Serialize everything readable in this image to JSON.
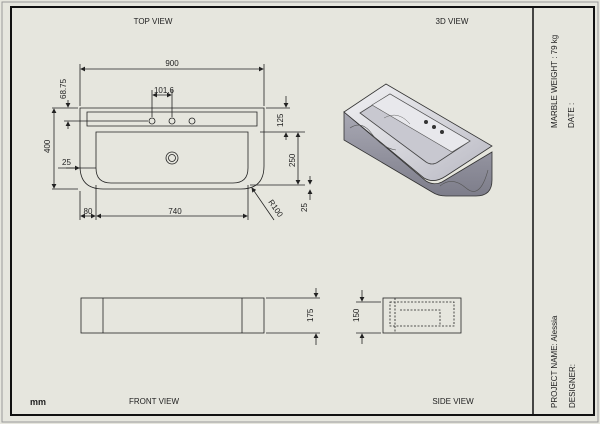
{
  "views": {
    "top": "TOP VIEW",
    "iso": "3D VIEW",
    "front": "FRONT VIEW",
    "side": "SIDE VIEW"
  },
  "units": "mm",
  "title_block": {
    "weight": "MARBLE WEIGHT : 79 kg",
    "date": "DATE :",
    "project": "PROJECT NAME: Alessia",
    "designer": "DESIGNER:"
  },
  "dimensions": {
    "overall_width": "900",
    "tap_offset": "68.75",
    "tap_spacing": "101.6",
    "depth": "400",
    "wall": "25",
    "rim": "125",
    "bowl_depth": "250",
    "base_offset": "25",
    "left_margin": "80",
    "bowl_width": "740",
    "radius": "R100",
    "front_height": "175",
    "side_height": "150"
  },
  "colors": {
    "background": "#e6e6de",
    "line": "#222222",
    "marble": "#d9d9dd",
    "marble_dark": "#8e8e98"
  }
}
